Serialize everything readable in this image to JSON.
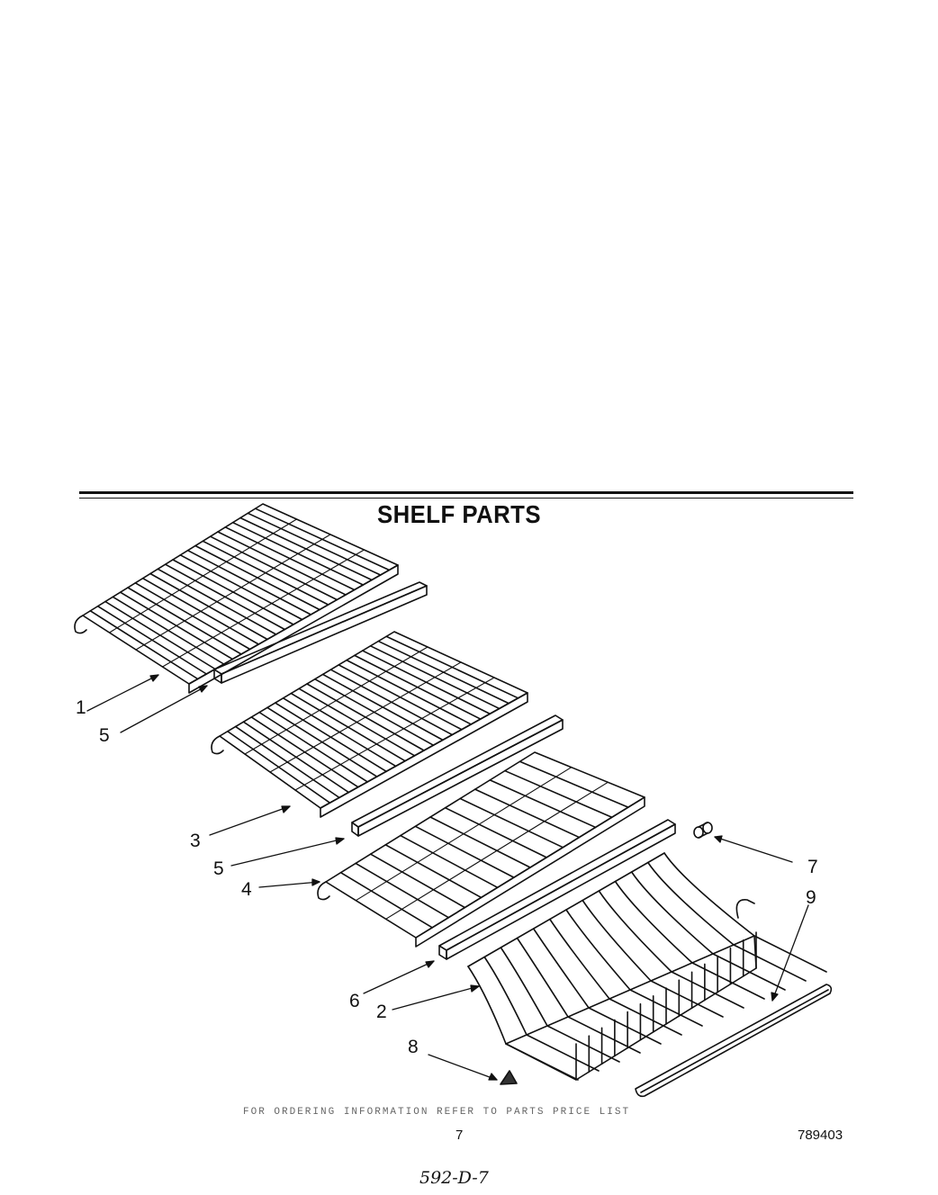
{
  "title": "SHELF PARTS",
  "callouts": {
    "c1": "1",
    "c5a": "5",
    "c3": "3",
    "c5b": "5",
    "c4": "4",
    "c6": "6",
    "c2": "2",
    "c8": "8",
    "c7": "7",
    "c9": "9"
  },
  "footer_note": "FOR ORDERING INFORMATION REFER TO PARTS PRICE LIST",
  "page_number": "7",
  "diagram_code": "789403",
  "handwritten_note": "592-D-7",
  "colors": {
    "ink": "#111111",
    "paper": "#ffffff"
  }
}
